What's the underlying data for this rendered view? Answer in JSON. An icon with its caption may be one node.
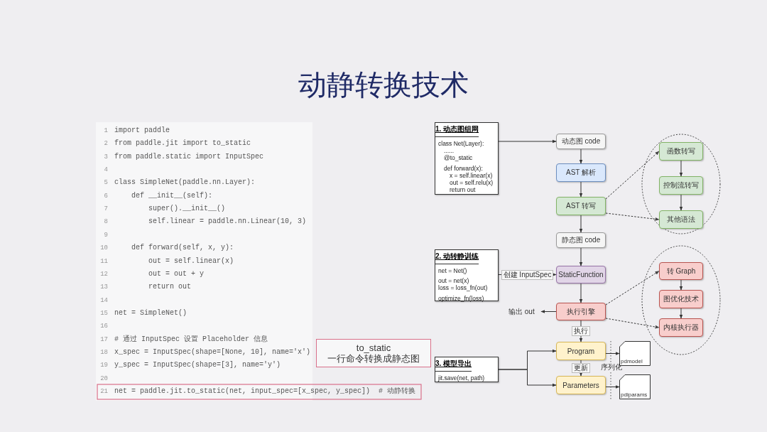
{
  "diagram": {
    "title": "动静转换技术",
    "nodes": [
      {
        "text": [
          "1. 动态图组网",
          "class Net(Layer):",
          "......",
          "@to_static",
          "def forward(x):",
          "x = self.linear(x)",
          "out = self.relu(x)",
          "return out"
        ]
      },
      {
        "text": [
          "动态图 code"
        ]
      },
      {
        "text": [
          "AST 解析"
        ]
      },
      {
        "text": [
          "AST 转写"
        ]
      },
      {
        "text": [
          "静态图 code"
        ]
      },
      {
        "text": [
          "2. 动转静训练",
          "net = Net()",
          "out = net(x)",
          "loss = loss_fn(out)",
          "optimize_fn(loss)"
        ]
      },
      {
        "text": [
          "StaticFunction"
        ]
      },
      {
        "text": [
          "执行引擎"
        ]
      },
      {
        "text": [
          "输出 out"
        ]
      },
      {
        "text": [
          "Program"
        ]
      },
      {
        "text": [
          "Parameters"
        ]
      },
      {
        "text": [
          "3. 模型导出",
          "jit.save(net, path)"
        ]
      },
      {
        "text": [
          "pdmodel"
        ]
      },
      {
        "text": [
          "pdiparams"
        ]
      },
      {
        "text": [],
        "shape": "ellipse"
      },
      {
        "text": [
          "函数转写"
        ],
        "in": 14
      },
      {
        "text": [
          "控制流转写"
        ],
        "in": 14
      },
      {
        "text": [
          "其他语法"
        ],
        "in": 14
      },
      {
        "text": [],
        "shape": "ellipse"
      },
      {
        "text": [
          "转 Graph"
        ],
        "in": 18
      },
      {
        "text": [
          "图优化技术"
        ],
        "in": 18
      },
      {
        "text": [
          "内核执行器"
        ],
        "in": 18
      },
      {
        "text": [
          "to_static",
          "一行命令转换成静态图"
        ]
      }
    ],
    "edges": [
      {
        "from": 0,
        "to": 1,
        "arrow": "to"
      },
      {
        "from": 1,
        "to": 2,
        "arrow": "to"
      },
      {
        "from": 2,
        "to": 3,
        "arrow": "to"
      },
      {
        "from": 3,
        "to": 4,
        "arrow": "to"
      },
      {
        "from": 4,
        "to": 6,
        "arrow": "to"
      },
      {
        "from": 5,
        "to": 6,
        "arrow": "to",
        "label": "创建 InputSpec"
      },
      {
        "from": 6,
        "to": 7,
        "arrow": "to"
      },
      {
        "from": 7,
        "to": 8,
        "arrow": "to"
      },
      {
        "from": 7,
        "to": 9,
        "arrow": "to",
        "label": "执行"
      },
      {
        "from": 9,
        "to": 10,
        "arrow": "to",
        "label": "更新"
      },
      {
        "from": 11,
        "to": 9,
        "arrow": "to"
      },
      {
        "from": 11,
        "to": 10,
        "arrow": "to"
      },
      {
        "from": 9,
        "to": 12,
        "arrow": "to"
      },
      {
        "from": 10,
        "to": 13,
        "arrow": "to"
      },
      {
        "from": 3,
        "to": 15,
        "arrow": "to",
        "style": "dashed"
      },
      {
        "from": 3,
        "to": 17,
        "arrow": "to",
        "style": "dashed"
      },
      {
        "from": 7,
        "to": 19,
        "arrow": "to",
        "style": "dashed"
      },
      {
        "from": 7,
        "to": 21,
        "arrow": "to",
        "style": "dashed"
      },
      {
        "from": 15,
        "to": 16,
        "arrow": "to"
      },
      {
        "from": 16,
        "to": 17,
        "arrow": "to"
      },
      {
        "from": 19,
        "to": 20,
        "arrow": "to"
      },
      {
        "from": 20,
        "to": 21,
        "arrow": "to"
      }
    ],
    "labels": [
      "1",
      "import paddle",
      "2",
      "from paddle.jit import to_static",
      "3",
      "from paddle.static import InputSpec",
      "4",
      "5",
      "class SimpleNet(paddle.nn.Layer):",
      "6",
      "def __init__(self):",
      "7",
      "super().__init__()",
      "8",
      "self.linear = paddle.nn.Linear(10, 3)",
      "9",
      "10",
      "def forward(self, x, y):",
      "11",
      "out = self.linear(x)",
      "12",
      "out = out + y",
      "13",
      "return out",
      "14",
      "15",
      "net = SimpleNet()",
      "16",
      "17",
      "# 通过 InputSpec 设置 Placeholder 信息",
      "18",
      "x_spec = InputSpec(shape=[None, 10], name='x')",
      "19",
      "y_spec = InputSpec(shape=[3], name='y')",
      "20",
      "21",
      "net = paddle.jit.to_static(net, input_spec=[x_spec, y_spec])  # 动静转换",
      "序列化"
    ]
  }
}
